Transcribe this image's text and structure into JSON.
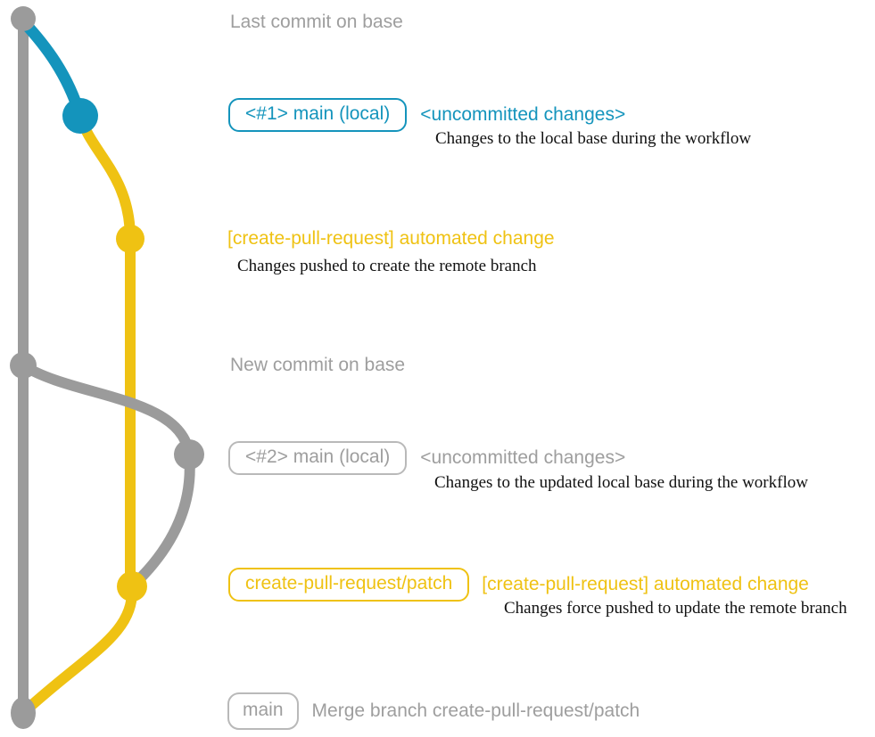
{
  "colors": {
    "gray": "#9b9b9b",
    "gray_text": "#9e9e9e",
    "gray_border": "#b9b9b9",
    "blue": "#1494bc",
    "yellow": "#efc213",
    "text_dark": "#111111"
  },
  "diagram": {
    "type": "git-branch-graph",
    "branches": [
      {
        "name": "base",
        "color": "#9b9b9b"
      },
      {
        "name": "main-local",
        "color": "#1494bc"
      },
      {
        "name": "create-pull-request-patch",
        "color": "#efc213"
      }
    ],
    "commits": [
      {
        "id": "base-tip",
        "branch": "base",
        "color": "gray"
      },
      {
        "id": "local-main-1",
        "branch": "main-local",
        "color": "blue"
      },
      {
        "id": "remote-commit-1",
        "branch": "create-pull-request-patch",
        "color": "yellow"
      },
      {
        "id": "base-new",
        "branch": "base",
        "color": "gray"
      },
      {
        "id": "local-main-2",
        "branch": "main-local",
        "color": "gray"
      },
      {
        "id": "remote-commit-2",
        "branch": "create-pull-request-patch",
        "color": "yellow"
      },
      {
        "id": "merge-commit",
        "branch": "base",
        "color": "gray"
      }
    ]
  },
  "rows": {
    "last_commit": {
      "label": "Last commit on base"
    },
    "local_main_1": {
      "badge": "<#1> main (local)",
      "note": "<uncommitted changes>",
      "desc": "Changes to the local base during the workflow"
    },
    "remote_1": {
      "note": "[create-pull-request] automated change",
      "desc": "Changes pushed to create the remote branch"
    },
    "new_commit": {
      "label": "New commit on base"
    },
    "local_main_2": {
      "badge": "<#2> main (local)",
      "note": "<uncommitted changes>",
      "desc": "Changes to the updated local base during the workflow"
    },
    "remote_2": {
      "badge": "create-pull-request/patch",
      "note": "[create-pull-request] automated change",
      "desc": "Changes force pushed to update the remote branch"
    },
    "merge": {
      "badge": "main",
      "label": "Merge branch create-pull-request/patch"
    }
  }
}
